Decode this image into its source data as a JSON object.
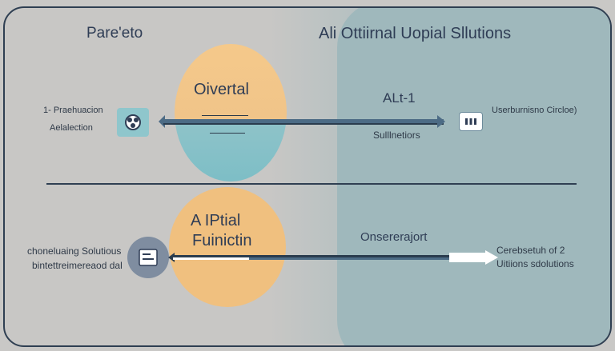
{
  "top_left_title": "Pare'eto",
  "top_right_title": "Ali Ottiirnal Uopial Sllutions",
  "top_circle_label": "Oivertal",
  "left_labels": {
    "line1": "1- Praehuacion",
    "line2": "Aelalection"
  },
  "center_label": "ALt-1",
  "center_sub": "Sulllnetiors",
  "right_label": "Userburnisno Circloe)",
  "bottom_circle_label": {
    "line1": "A IPtial",
    "line2": "Fuinictin"
  },
  "bottom_left_labels": {
    "line1": "choneluaing Solutious",
    "line2": "bintettreimereaod dal"
  },
  "bottom_center_label": "Onsererаjort",
  "bottom_right_labels": {
    "line1": "Cerebsetuh of 2",
    "line2": "Uitiions sdolutions"
  },
  "colors": {
    "background": "#c9c8c6",
    "panel": "#9fb8bc",
    "orange": "#f0c07f",
    "teal": "#7dbec6",
    "frame": "#2f3f52"
  }
}
